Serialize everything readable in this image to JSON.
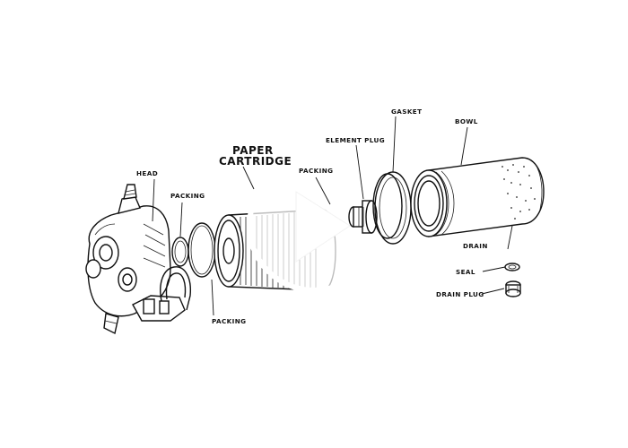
{
  "labels": {
    "head": "HEAD",
    "packing_small": "PACKING",
    "paper_line1": "PAPER",
    "paper_line2": "CARTRIDGE",
    "packing_inner": "PACKING",
    "element_plug": "ELEMENT PLUG",
    "gasket": "GASKET",
    "bowl": "BOWL",
    "drain": "DRAIN",
    "seal": "SEAL",
    "drain_plug": "DRAIN PLUG",
    "packing_lower": "PACKING"
  },
  "player": {
    "play_icon": "play-icon"
  }
}
